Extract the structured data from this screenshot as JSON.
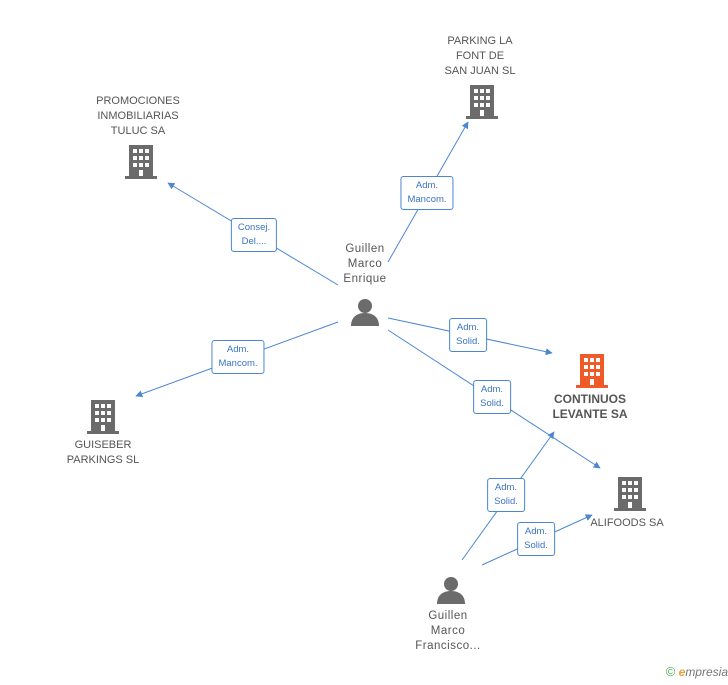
{
  "nodes": {
    "parking": {
      "lines": [
        "PARKING LA",
        "FONT DE",
        "SAN JUAN SL"
      ]
    },
    "promociones": {
      "lines": [
        "PROMOCIONES",
        "INMOBILIARIAS",
        "TULUC SA"
      ]
    },
    "guillen_enrique": {
      "lines": [
        "Guillen",
        "Marco",
        "Enrique"
      ]
    },
    "continuos": {
      "lines": [
        "CONTINUOS",
        "LEVANTE SA"
      ]
    },
    "guiseber": {
      "lines": [
        "GUISEBER",
        "PARKINGS SL"
      ]
    },
    "alifoods": {
      "lines": [
        "ALIFOODS SA"
      ]
    },
    "guillen_francisco": {
      "lines": [
        "Guillen",
        "Marco",
        "Francisco..."
      ]
    }
  },
  "edges": {
    "e_parking": {
      "lines": [
        "Adm.",
        "Mancom."
      ]
    },
    "e_promociones": {
      "lines": [
        "Consej.",
        "Del...."
      ]
    },
    "e_guiseber": {
      "lines": [
        "Adm.",
        "Mancom."
      ]
    },
    "e_continuos": {
      "lines": [
        "Adm.",
        "Solid."
      ]
    },
    "e_alifoods": {
      "lines": [
        "Adm.",
        "Solid."
      ]
    },
    "e_fran_continuos": {
      "lines": [
        "Adm.",
        "Solid."
      ]
    },
    "e_fran_alifoods": {
      "lines": [
        "Adm.",
        "Solid."
      ]
    }
  },
  "colors": {
    "edge": "#4a86d4",
    "company": "#6b6b6b",
    "focus_company": "#f05a28",
    "person": "#6b6b6b"
  },
  "icons": {
    "company": "building-icon",
    "person": "person-icon"
  },
  "footer": {
    "copyright": "©",
    "brand_initial": "e",
    "brand_rest": "mpresia"
  }
}
